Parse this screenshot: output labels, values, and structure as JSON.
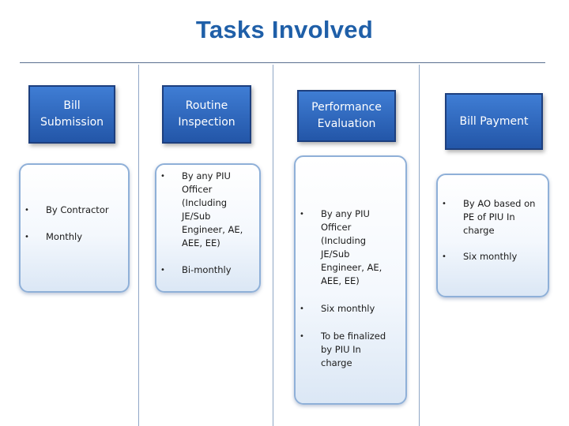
{
  "title": "Tasks Involved",
  "columns": [
    {
      "heading": "Bill\nSubmission",
      "items": [
        "By Contractor",
        "Monthly"
      ]
    },
    {
      "heading": "Routine\nInspection",
      "items": [
        "By any PIU Officer (Including JE/Sub Engineer, AE, AEE, EE)",
        "Bi-monthly"
      ]
    },
    {
      "heading": "Performance\nEvaluation",
      "items": [
        "By any PIU Officer (Including JE/Sub Engineer, AE, AEE, EE)",
        "Six monthly",
        "To be finalized by PIU In charge"
      ]
    },
    {
      "heading": "Bill Payment",
      "items": [
        "By AO based on PE of PIU In charge",
        "Six monthly"
      ]
    }
  ],
  "colors": {
    "title": "#1f5fa8",
    "heading_fill": "#2f6bc4",
    "heading_border": "#1d3f7e",
    "card_border": "#8fb0d8"
  }
}
